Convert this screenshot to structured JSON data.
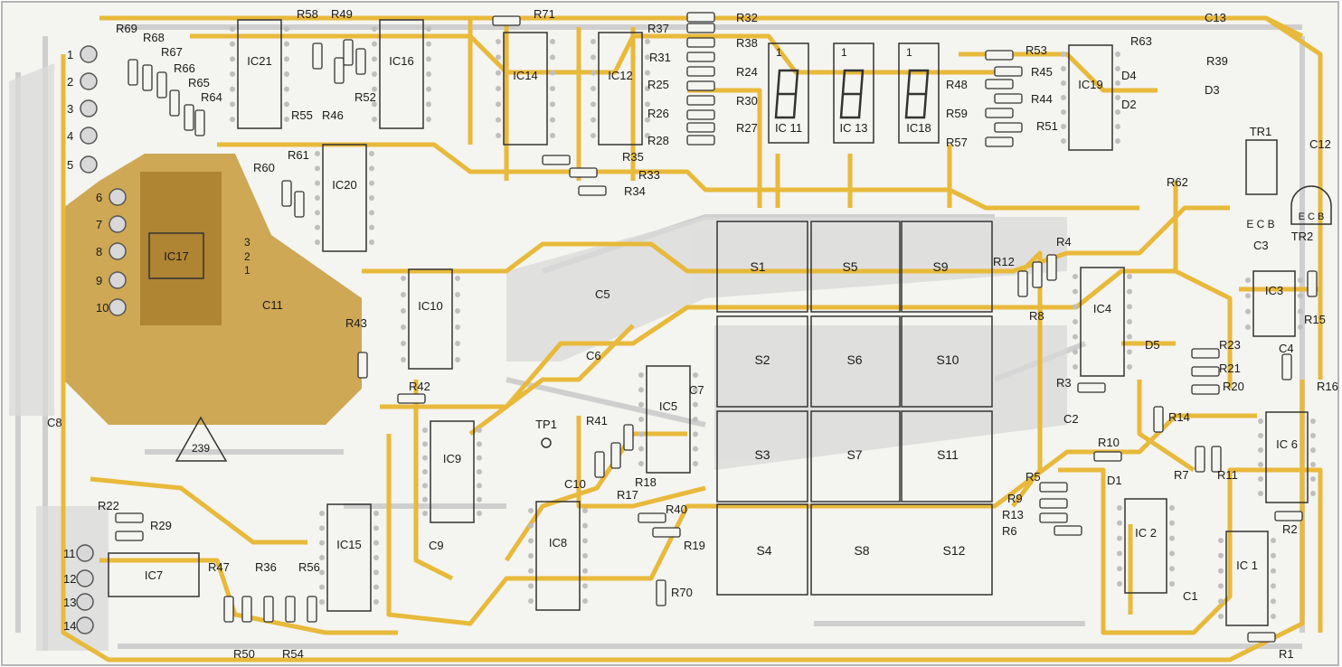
{
  "board": {
    "colors": {
      "background": "#f4f4f0",
      "silk": "#c9c9c9",
      "copper": "#e8b93a",
      "copper_fill": "#c79a3a",
      "ink": "#1a1a1a"
    },
    "board_number": "239",
    "test_point": "TP1"
  },
  "ics": [
    {
      "id": "IC21",
      "label": "IC21"
    },
    {
      "id": "IC16",
      "label": "IC16"
    },
    {
      "id": "IC14",
      "label": "IC14"
    },
    {
      "id": "IC12",
      "label": "IC12"
    },
    {
      "id": "IC19",
      "label": "IC19"
    },
    {
      "id": "IC20",
      "label": "IC20"
    },
    {
      "id": "IC17",
      "label": "IC17"
    },
    {
      "id": "IC10",
      "label": "IC10"
    },
    {
      "id": "IC9",
      "label": "IC9"
    },
    {
      "id": "IC5",
      "label": "IC5"
    },
    {
      "id": "IC8",
      "label": "IC8"
    },
    {
      "id": "IC15",
      "label": "IC15"
    },
    {
      "id": "IC7",
      "label": "IC7"
    },
    {
      "id": "IC4",
      "label": "IC4"
    },
    {
      "id": "IC3",
      "label": "IC3"
    },
    {
      "id": "IC6",
      "label": "IC 6"
    },
    {
      "id": "IC2",
      "label": "IC 2"
    },
    {
      "id": "IC1",
      "label": "IC 1"
    }
  ],
  "displays": [
    {
      "id": "IC11",
      "label": "IC 11",
      "pin": "1"
    },
    {
      "id": "IC13",
      "label": "IC 13",
      "pin": "1"
    },
    {
      "id": "IC18",
      "label": "IC18",
      "pin": "1"
    }
  ],
  "switches": [
    "S1",
    "S5",
    "S9",
    "S2",
    "S6",
    "S10",
    "S3",
    "S7",
    "S11",
    "S4",
    "S8",
    "S12"
  ],
  "connector_pins": [
    "1",
    "2",
    "3",
    "4",
    "5",
    "6",
    "7",
    "8",
    "9",
    "10",
    "11",
    "12",
    "13",
    "14"
  ],
  "ic17_pins": [
    "3",
    "2",
    "1"
  ],
  "resistors": [
    "R69",
    "R68",
    "R67",
    "R66",
    "R65",
    "R64",
    "R58",
    "R49",
    "R55",
    "R46",
    "R52",
    "R71",
    "R32",
    "R37",
    "R38",
    "R31",
    "R24",
    "R25",
    "R30",
    "R26",
    "R27",
    "R28",
    "R53",
    "R45",
    "R48",
    "R44",
    "R59",
    "R51",
    "R57",
    "R63",
    "R39",
    "R62",
    "R60",
    "R61",
    "R35",
    "R33",
    "R34",
    "R12",
    "R4",
    "R8",
    "R43",
    "R42",
    "R41",
    "R17",
    "R18",
    "R40",
    "R19",
    "R70",
    "R22",
    "R29",
    "R47",
    "R36",
    "R56",
    "R50",
    "R54",
    "R23",
    "R21",
    "R20",
    "R3",
    "R14",
    "R10",
    "R7",
    "R11",
    "R5",
    "R9",
    "R13",
    "R6",
    "R15",
    "R16",
    "R2",
    "R1"
  ],
  "capacitors": [
    "C13",
    "C12",
    "C3",
    "C11",
    "C5",
    "C6",
    "C7",
    "C10",
    "C9",
    "C8",
    "C2",
    "C4",
    "C1"
  ],
  "diodes": [
    "D4",
    "D3",
    "D2",
    "D5",
    "D1"
  ],
  "transistors": [
    {
      "id": "TR1",
      "label": "TR1",
      "pins": "E C B"
    },
    {
      "id": "TR2",
      "label": "TR2",
      "pins": "E C B"
    }
  ]
}
